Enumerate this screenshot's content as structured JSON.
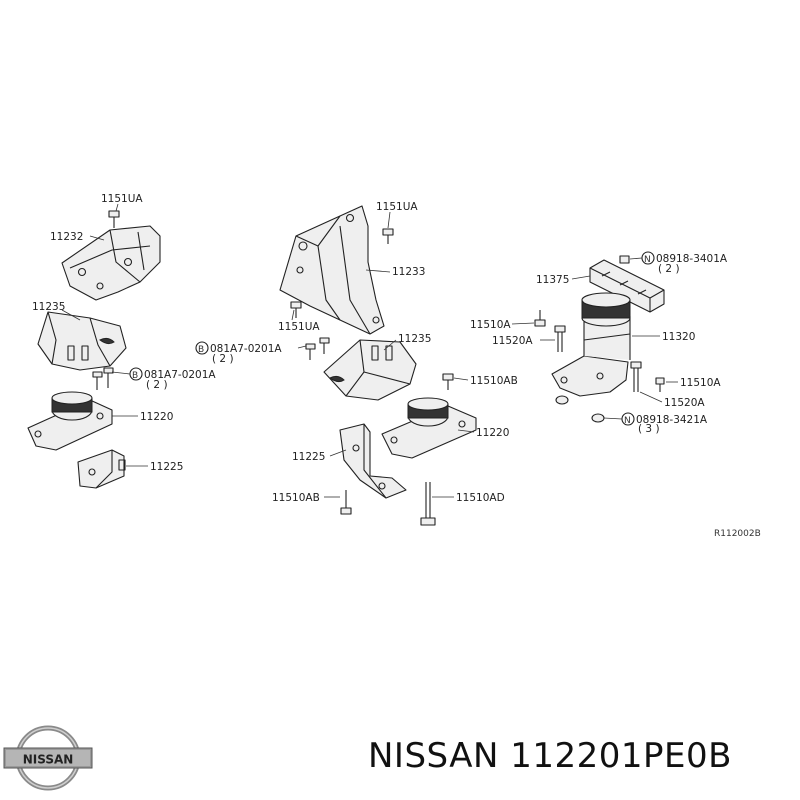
{
  "labels": {
    "l_1151UA_a": "1151UA",
    "l_11232": "11232",
    "l_11235_a": "11235",
    "l_081A7_b": "081A7-0201A",
    "l_qty2_b": "( 2 )",
    "l_11220_a": "11220",
    "l_11225_a": "11225",
    "l_1151UA_b": "1151UA",
    "l_11233": "11233",
    "l_1151UA_c": "1151UA",
    "l_081A7_c": "081A7-0201A",
    "l_qty2_c": "( 2 )",
    "l_11235_b": "11235",
    "l_11510AB_a": "11510AB",
    "l_11220_b": "11220",
    "l_11225_b": "11225",
    "l_11510AB_b": "11510AB",
    "l_11510AD": "11510AD",
    "l_11375": "11375",
    "l_08918_3401A": "08918-3401A",
    "l_qty2_n": "( 2 )",
    "l_11510A_a": "11510A",
    "l_11520A_a": "11520A",
    "l_11320": "11320",
    "l_11510A_b": "11510A",
    "l_11520A_b": "11520A",
    "l_08918_3421A": "08918-3421A",
    "l_qty3_n": "( 3 )",
    "ref": "R112002B",
    "sym_b": "B",
    "sym_n": "N"
  },
  "brand": {
    "logo_text": "NISSAN",
    "part_number": "NISSAN 112201PE0B"
  },
  "colors": {
    "line": "#222222",
    "background": "#ffffff"
  }
}
